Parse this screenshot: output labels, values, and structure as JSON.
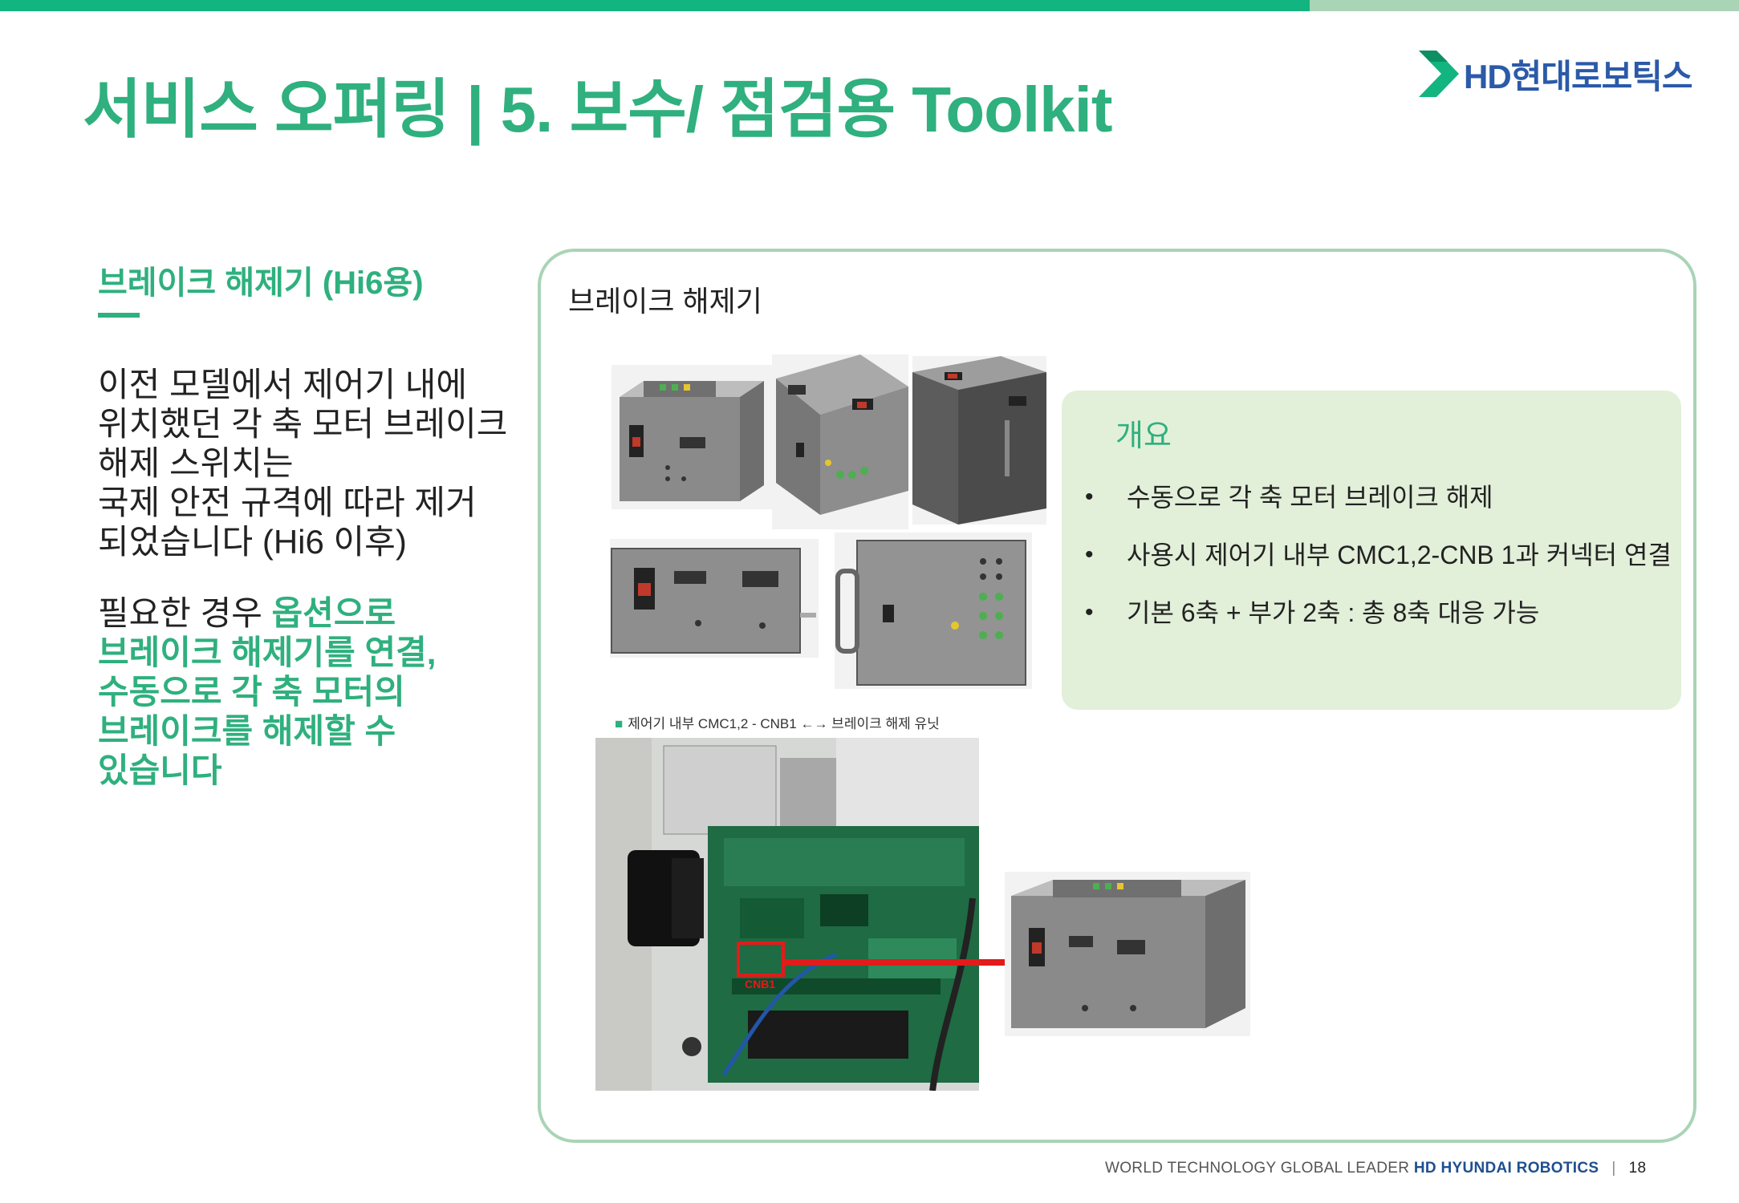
{
  "header": {
    "title": "서비스 오퍼링 | 5. 보수/ 점검용 Toolkit",
    "logo_text": "HD현대로보틱스"
  },
  "left": {
    "heading": "브레이크 해제기 (Hi6용)",
    "para1_lines": [
      "이전 모델에서 제어기 내에",
      "위치했던 각 축 모터 브레이크",
      "해제 스위치는",
      "국제 안전 규격에 따라 제거",
      "되었습니다 (Hi6 이후)"
    ],
    "para2_prefix": "필요한 경우 ",
    "para2_highlight_lines": [
      "옵션으로",
      "브레이크 해제기를 연결,",
      "수동으로 각 축 모터의",
      "브레이크를 해제할 수",
      "있습니다"
    ]
  },
  "panel": {
    "title": "브레이크 해제기",
    "overview": {
      "title": "개요",
      "bullets": [
        "수동으로 각 축 모터 브레이크 해제",
        "사용시 제어기 내부 CMC1,2-CNB 1과 커넥터 연결",
        "기본 6축 + 부가 2축 : 총 8축 대응 가능"
      ]
    },
    "caption": "제어기 내부 CMC1,2 - CNB1 ←→ 브레이크 해제 유닛",
    "photo_label": "CNB1"
  },
  "footer": {
    "tagline": "WORLD TECHNOLOGY GLOBAL LEADER ",
    "brand": "HD HYUNDAI ROBOTICS",
    "separator": "|",
    "page_number": "18"
  },
  "colors": {
    "brand_green": "#2fb07e",
    "top_bar": "#12b47f",
    "panel_border": "#a9d4b6",
    "overview_bg": "#e2efd9",
    "logo_blue": "#2b5aa8"
  }
}
